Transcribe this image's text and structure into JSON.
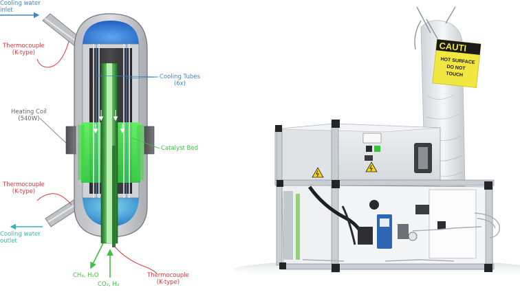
{
  "labels": {
    "cooling_water_inlet": [
      "Cooling water",
      "inlet"
    ],
    "thermocouple_top": [
      "Thermocouple",
      "(K-type)"
    ],
    "cooling_tubes": [
      "Cooling Tubes",
      "(6x)"
    ],
    "heating_coil": [
      "Heating Coil",
      "(540W)"
    ],
    "catalyst_bed": "Catalyst Bed",
    "thermocouple_mid": [
      "Thermocouple",
      "(K-type)"
    ],
    "cooling_water_outlet": [
      "Cooling water",
      "outlet"
    ],
    "products": "CH₄, H₂O",
    "feed": "CO₂, H₂",
    "thermocouple_bottom": [
      "Thermocouple",
      "(K-type)"
    ]
  },
  "photo_sign": {
    "caution_title": "CAUTI",
    "caution_lines": [
      "HOT SURFACE",
      "DO NOT",
      "TOUCH"
    ]
  },
  "colors": {
    "blue_label": "#3a86c8",
    "red_label": "#d8383c",
    "green_label": "#3fbf3f",
    "teal_label": "#36b6b4",
    "grey_label": "#666666",
    "catalyst": "#4de84d",
    "coolant": "#2f82e0"
  },
  "icons": [
    "high-voltage-warning-icon"
  ]
}
